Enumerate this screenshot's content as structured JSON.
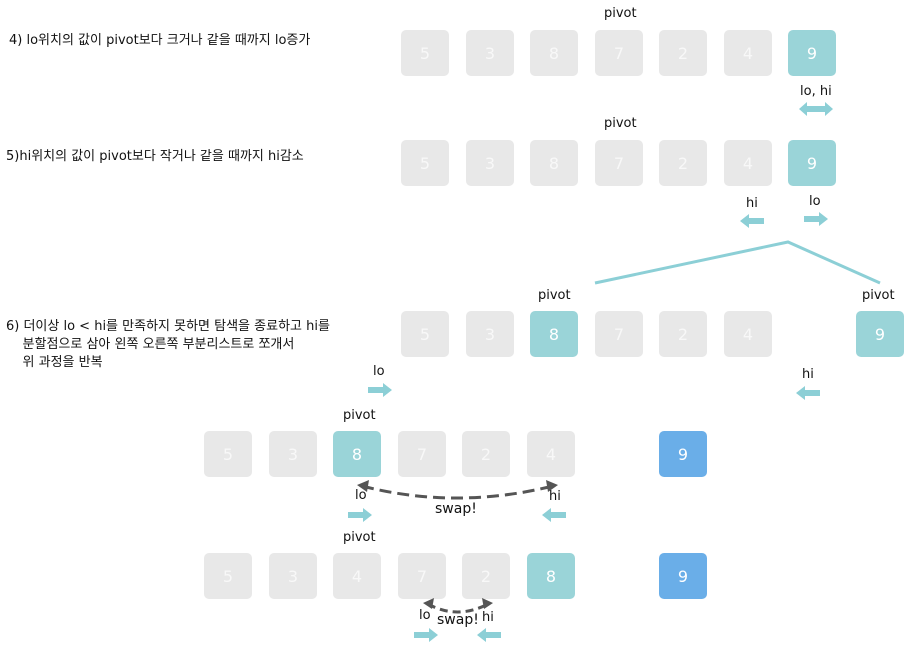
{
  "steps": [
    {
      "id": "4",
      "text": "4) lo위치의 값이 pivot보다 크거나 같을 때까지 lo증가"
    },
    {
      "id": "5",
      "text": "5)hi위치의 값이 pivot보다 작거나 같을 때까지 hi감소"
    },
    {
      "id": "6",
      "text": "6) 더이상 lo < hi를 만족하지 못하면 탐색을 종료하고 hi를\n    분할점으로 삼아 왼쪽 오른쪽 부분리스트로 쪼개서\n    위 과정을 반복"
    }
  ],
  "labels": {
    "pivot": "pivot",
    "lo": "lo",
    "hi": "hi",
    "lo_hi": "lo, hi",
    "swap": "swap!"
  },
  "arrays": {
    "row1": [
      "5",
      "3",
      "8",
      "7",
      "2",
      "4",
      "9"
    ],
    "row2": [
      "5",
      "3",
      "8",
      "7",
      "2",
      "4",
      "9"
    ],
    "row3": [
      "5",
      "3",
      "8",
      "7",
      "2",
      "4",
      "9"
    ],
    "row4": [
      "5",
      "3",
      "8",
      "7",
      "2",
      "4",
      "9"
    ],
    "row5": [
      "5",
      "3",
      "4",
      "7",
      "2",
      "8",
      "9"
    ]
  },
  "colors": {
    "grey_cell": "#e8e8e8",
    "teal": "#9ad4d8",
    "blue": "#6aaee8",
    "arrow": "#8ccfd6",
    "split_line": "#8ccfd6",
    "swap_curve": "#555555"
  },
  "icons": {
    "right_arrow": "arrow-right-icon",
    "left_arrow": "arrow-left-icon",
    "double_arrow": "arrow-both-icon"
  }
}
